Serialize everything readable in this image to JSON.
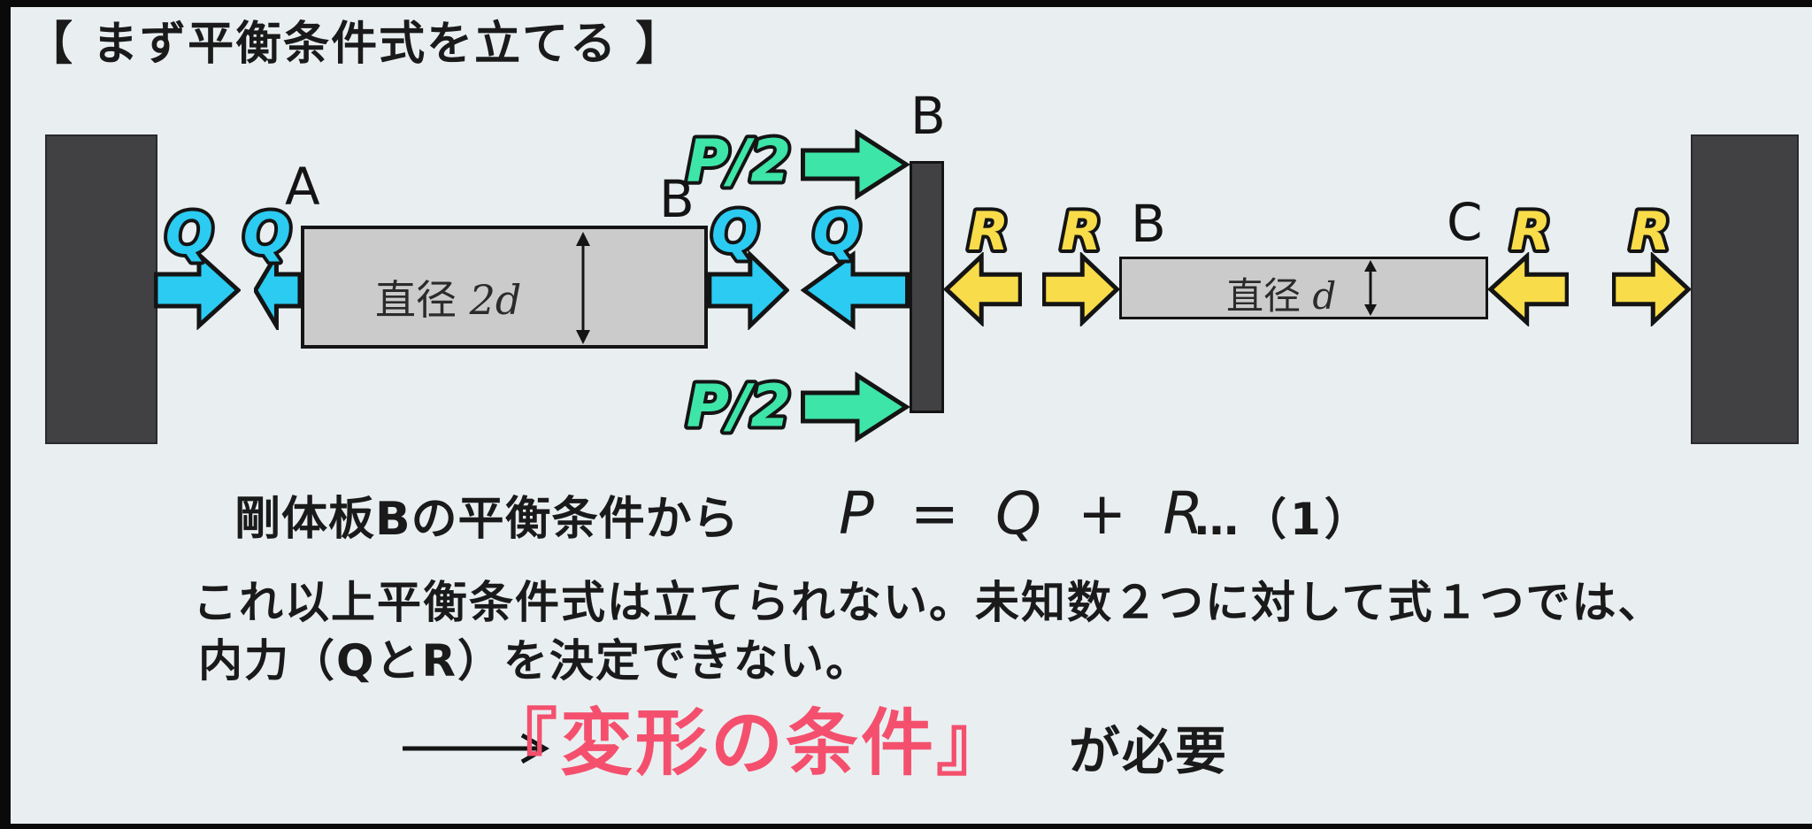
{
  "title": "【 まず平衡条件式を立てる 】",
  "colors": {
    "background": "#E9EFF1",
    "wall": "#414144",
    "bar_fill": "#CBCBCB",
    "force_q_cyan": "#2BCBF2",
    "force_p_green": "#3EE5A8",
    "force_r_yellow": "#F8DC4A",
    "highlight_pink": "#F4506E",
    "ink": "#141414"
  },
  "diagram": {
    "point_labels": {
      "a": "A",
      "b_bar_ab_end": "B",
      "b_plate": "B",
      "b_bar_bc_start": "B",
      "c": "C"
    },
    "force_labels": {
      "q": "Q",
      "r": "R",
      "p_half": "P/2"
    },
    "bar_ab": {
      "label_prefix": "直径",
      "label_value": "2d"
    },
    "bar_bc": {
      "label_prefix": "直径",
      "label_value": "d"
    }
  },
  "equilibrium_line": {
    "lead": "剛体板Bの平衡条件から",
    "equation": "P = Q + R",
    "number": "…（1）"
  },
  "explanation": {
    "line1": "これ以上平衡条件式は立てられない。未知数２つに対して式１つでは、",
    "line2": "内力（QとR）を決定できない。"
  },
  "conclusion": {
    "highlight": "『変形の条件』",
    "suffix": "が必要"
  }
}
